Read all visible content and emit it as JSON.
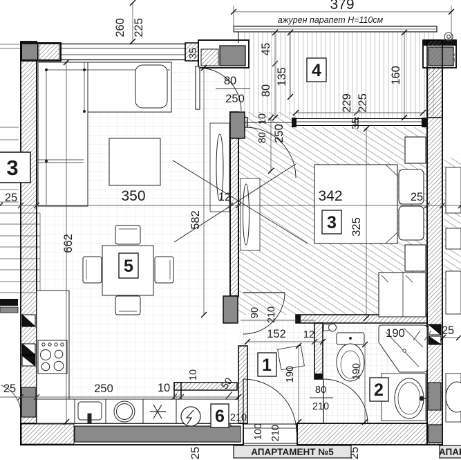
{
  "drawing": {
    "apartment_label": "АПАРТАМЕНТ №5",
    "neighbor_label": "АПАР",
    "parapet_note": "ажурен парапет H=110см"
  },
  "rooms": {
    "r1": "1",
    "r2": "2",
    "r3": "3",
    "r4": "4",
    "r5": "5",
    "r6": "6",
    "neighbor3": "3"
  },
  "dims": {
    "top_width": "379",
    "win_260": "260",
    "win_225": "225",
    "wall35_top": "35",
    "door_living_balcony_w": "80",
    "door_living_balcony_h": "250",
    "balc_45": "45",
    "balc_80": "80",
    "balc_135": "135",
    "balc_160": "160",
    "balc_229": "229",
    "balc_225": "225",
    "balc_35": "35",
    "right_top_25": "25",
    "door_bedroom_balcony_off": "10",
    "door_bedroom_balcony_w": "80",
    "door_bedroom_balcony_h": "250",
    "left_wall_25": "25",
    "living_350": "350",
    "mid_wall_12": "12",
    "bed_342": "342",
    "right_wall_25": "25",
    "living_662": "662",
    "living_582": "582",
    "bed_325": "325",
    "door_hall_w": "90",
    "door_hall_h": "210",
    "hall_152": "152",
    "wall_12": "12",
    "hall_190": "190",
    "bath_190": "190",
    "shower_190": "190",
    "door_bath_w": "80",
    "door_bath_h": "210",
    "door_entry_w": "100",
    "door_entry_h": "210",
    "kitchen_250": "250",
    "kitchen_10": "10",
    "kitchen_25": "25",
    "r6_10": "10",
    "door_r6_w": "50",
    "door_r6_h": "210",
    "bottom_25a": "25",
    "bottom_25b": "25",
    "right_mid_25": "25"
  }
}
